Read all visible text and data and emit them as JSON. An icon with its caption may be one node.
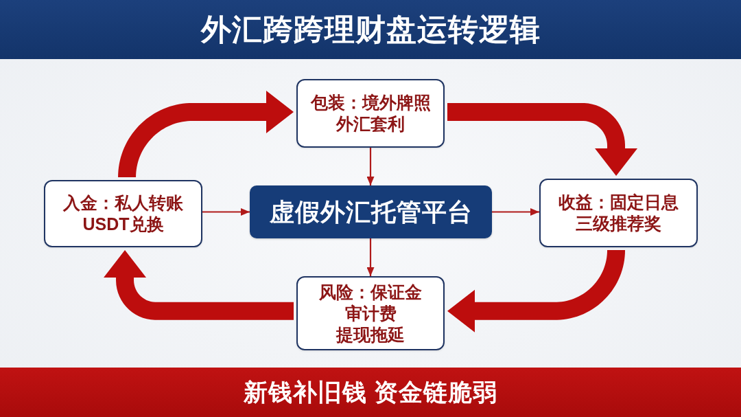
{
  "diagram": {
    "title": "外汇跨跨理财盘运转逻辑",
    "caption": "新钱补旧钱 资金链脆弱",
    "nodes": [
      {
        "text": [
          "包装：境外牌照",
          "外汇套利"
        ]
      },
      {
        "text": [
          "入金：私人转账",
          "USDT兑换"
        ]
      },
      {
        "text": [
          "虚假外汇托管平台"
        ]
      },
      {
        "text": [
          "收益：固定日息",
          "三级推荐奖"
        ]
      },
      {
        "text": [
          "风险：保证金",
          "审计费",
          "提现拖延"
        ]
      }
    ],
    "edges": [
      {
        "from": 1,
        "to": 0,
        "arrow": "to",
        "style": "thick"
      },
      {
        "from": 0,
        "to": 3,
        "arrow": "to",
        "style": "thick"
      },
      {
        "from": 3,
        "to": 4,
        "arrow": "to",
        "style": "thick"
      },
      {
        "from": 4,
        "to": 1,
        "arrow": "to",
        "style": "thick"
      },
      {
        "from": 1,
        "to": 2,
        "arrow": "to"
      },
      {
        "from": 0,
        "to": 2,
        "arrow": "to"
      },
      {
        "from": 2,
        "to": 3,
        "arrow": "to"
      },
      {
        "from": 2,
        "to": 4,
        "arrow": "to"
      }
    ]
  }
}
